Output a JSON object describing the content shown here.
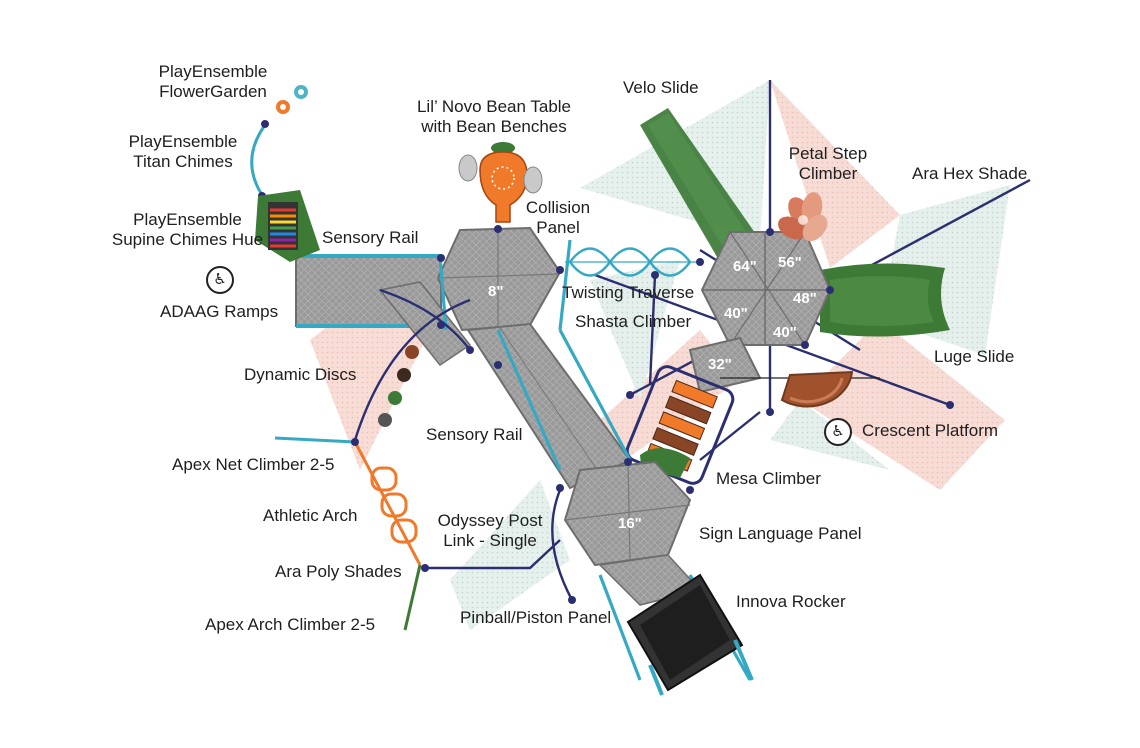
{
  "labels": {
    "flowergarden_1": "PlayEnsemble",
    "flowergarden_2": "FlowerGarden",
    "titan_1": "PlayEnsemble",
    "titan_2": "Titan Chimes",
    "supine_1": "PlayEnsemble",
    "supine_2": "Supine Chimes Hue",
    "adaag": "ADAAG Ramps",
    "dynamic_discs": "Dynamic Discs",
    "apex_net": "Apex Net Climber 2-5",
    "athletic_arch": "Athletic Arch",
    "ara_poly": "Ara Poly Shades",
    "apex_arch": "Apex Arch Climber 2-5",
    "sensory_rail_top": "Sensory Rail",
    "sensory_rail_mid": "Sensory Rail",
    "bean_1": "Lil’ Novo Bean Table",
    "bean_2": "with Bean Benches",
    "collision_1": "Collision",
    "collision_2": "Panel",
    "twisting": "Twisting Traverse",
    "shasta": "Shasta Climber",
    "odyssey_1": "Odyssey Post",
    "odyssey_2": "Link - Single",
    "pinball": "Pinball/Piston Panel",
    "velo": "Velo Slide",
    "petal_1": "Petal Step",
    "petal_2": "Climber",
    "ara_hex": "Ara Hex Shade",
    "luge": "Luge Slide",
    "crescent": "Crescent Platform",
    "mesa": "Mesa Climber",
    "sign_lang": "Sign Language Panel",
    "innova": "Innova Rocker"
  },
  "heights": {
    "h8": "8\"",
    "h16": "16\"",
    "h64": "64\"",
    "h56": "56\"",
    "h48": "48\"",
    "h40a": "40\"",
    "h40b": "40\"",
    "h32": "32\""
  },
  "colors": {
    "deck": "#8f8f8f",
    "deck_line": "#6d6d6d",
    "frame": "#2b2f72",
    "rail": "#35a9c4",
    "green": "#3d7a37",
    "orange": "#f07a2a",
    "shade_pink": "#f3c4b9",
    "shade_teal": "#cfe1dc"
  }
}
